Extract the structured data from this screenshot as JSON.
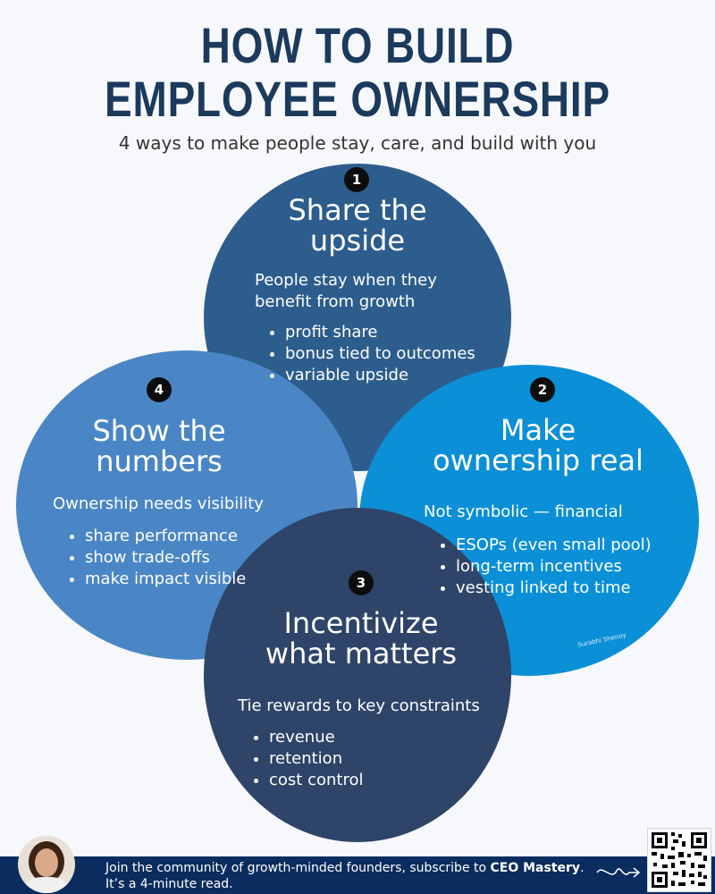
{
  "title": {
    "line1": "HOW TO BUILD",
    "line2": "EMPLOYEE OWNERSHIP"
  },
  "subtitle": "4 ways to make people stay, care, and build with you",
  "colors": {
    "circle1": "#2d5d8c",
    "circle2": "#0b8fd6",
    "circle3": "#2e4468",
    "circle4": "#4a86c5",
    "title": "#1b3a5c",
    "footer": "#0a2c5e"
  },
  "sections": {
    "s1": {
      "number": "1",
      "heading_line1": "Share the",
      "heading_line2": "upside",
      "desc_line1": "People stay when they",
      "desc_line2": "benefit from growth",
      "points": [
        "profit share",
        "bonus tied to outcomes",
        "variable upside"
      ]
    },
    "s2": {
      "number": "2",
      "heading_line1": "Make",
      "heading_line2": "ownership real",
      "desc": "Not symbolic — financial",
      "points": [
        "ESOPs (even small pool)",
        "long-term incentives",
        "vesting linked to time"
      ]
    },
    "s3": {
      "number": "3",
      "heading_line1": "Incentivize",
      "heading_line2": "what matters",
      "desc": "Tie rewards to key constraints",
      "points": [
        "revenue",
        "retention",
        "cost control"
      ]
    },
    "s4": {
      "number": "4",
      "heading_line1": "Show the",
      "heading_line2": "numbers",
      "desc": "Ownership needs visibility",
      "points": [
        "share performance",
        "show trade-offs",
        "make impact visible"
      ]
    }
  },
  "signature": "Surabhi Shenoy",
  "footer": {
    "text_pre": "Join the community of growth-minded founders, subscribe to ",
    "brand": "CEO Mastery",
    "text_post": ".",
    "line2": "It’s a 4-minute read."
  },
  "icons": {
    "avatar": "author-photo",
    "arrow": "curly-arrow-icon",
    "qr": "qr-code"
  }
}
